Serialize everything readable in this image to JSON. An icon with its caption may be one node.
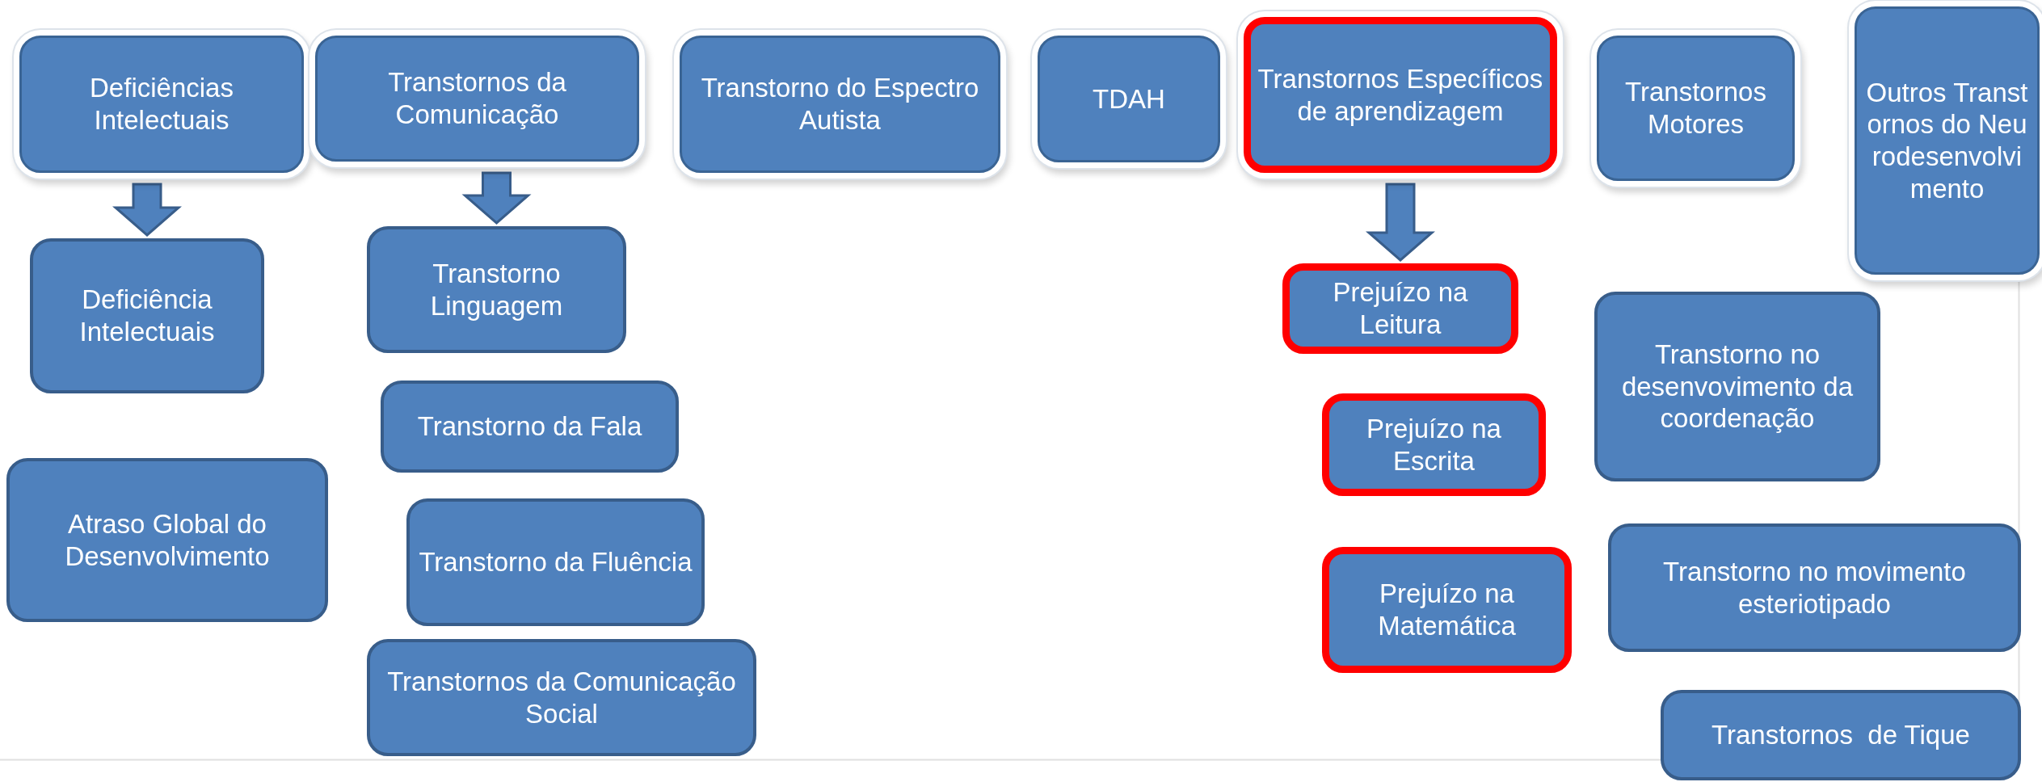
{
  "diagram": {
    "nodes": [
      {
        "text": [
          "Deficiências Intelectuais"
        ]
      },
      {
        "text": [
          "Transtornos da Comunicação"
        ]
      },
      {
        "text": [
          "Transtorno do Espectro Autista"
        ]
      },
      {
        "text": [
          "TDAH"
        ]
      },
      {
        "text": [
          "Transtornos Específicos de aprendizagem"
        ]
      },
      {
        "text": [
          "Transtornos Motores"
        ]
      },
      {
        "text": [
          "Outros Transtornos do Neurodesenvolvimento"
        ]
      },
      {
        "text": [
          "Deficiência Intelectuais"
        ]
      },
      {
        "text": [
          "Transtorno Linguagem"
        ]
      },
      {
        "text": [
          "Transtorno da Fala"
        ]
      },
      {
        "text": [
          "Atraso Global do Desenvolvimento"
        ]
      },
      {
        "text": [
          "Transtorno da Fluência"
        ]
      },
      {
        "text": [
          "Transtornos da Comunicação Social"
        ]
      },
      {
        "text": [
          "Prejuízo na Leitura"
        ]
      },
      {
        "text": [
          "Prejuízo na Escrita"
        ]
      },
      {
        "text": [
          "Prejuízo na Matemática"
        ]
      },
      {
        "text": [
          "Transtorno no desenvovimento da coordenação"
        ]
      },
      {
        "text": [
          "Transtorno no movimento esteriotipado"
        ]
      },
      {
        "text": [
          "Transtornos  de Tique"
        ]
      }
    ],
    "edges": [
      {
        "from": 0,
        "to": 7,
        "arrow": "to"
      },
      {
        "from": 1,
        "to": 8,
        "arrow": "to"
      },
      {
        "from": 4,
        "to": 13,
        "arrow": "to"
      }
    ]
  }
}
